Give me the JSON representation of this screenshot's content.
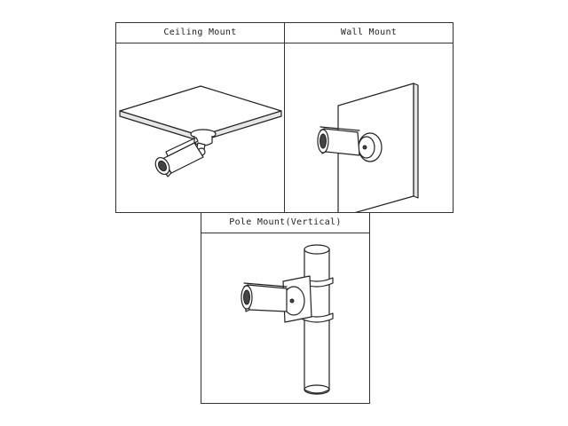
{
  "panels": {
    "ceiling": {
      "title": "Ceiling Mount",
      "icon": "camera-ceiling-mount-icon"
    },
    "wall": {
      "title": "Wall Mount",
      "icon": "camera-wall-mount-icon"
    },
    "pole": {
      "title": "Pole Mount(Vertical)",
      "icon": "camera-pole-mount-icon"
    }
  },
  "colors": {
    "line": "#222222",
    "background": "#ffffff"
  }
}
